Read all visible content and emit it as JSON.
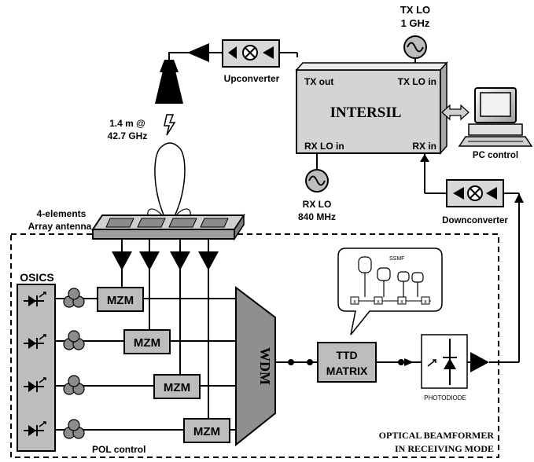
{
  "tx_lo": {
    "line1": "TX LO",
    "line2": "1 GHz"
  },
  "upconverter": "Upconverter",
  "beam": {
    "line1": "1.4 m @",
    "line2": "42.7 GHz"
  },
  "intersil": {
    "title": "INTERSIL",
    "tx_out": "TX out",
    "tx_lo_in": "TX LO in",
    "rx_lo_in": "RX LO in",
    "rx_in": "RX in"
  },
  "pc_control": "PC control",
  "rx_lo": {
    "line1": "RX LO",
    "line2": "840 MHz"
  },
  "downconverter": "Downconverter",
  "array": {
    "line1": "4-elements",
    "line2": "Array antenna"
  },
  "osics": "OSICS",
  "mzm_label": "MZM",
  "wdm": "WDM",
  "ttd": {
    "line1": "TTD",
    "line2": "MATRIX"
  },
  "ssmf": "SSMF",
  "photodiode": "PHOTODIODE",
  "pol_control": "POL control",
  "beamformer": {
    "line1": "OPTICAL BEAMFORMER",
    "line2": "IN RECEIVING MODE"
  }
}
